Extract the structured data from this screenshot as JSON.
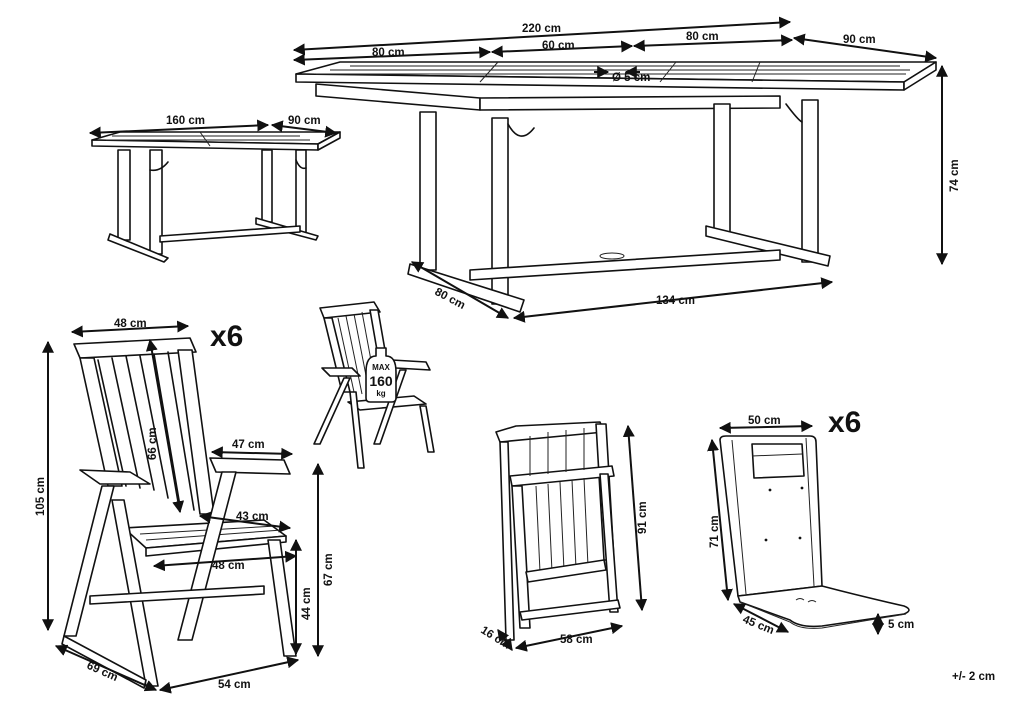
{
  "small_table": {
    "length": "160 cm",
    "depth": "90 cm"
  },
  "large_table": {
    "total_length": "220 cm",
    "leaf_left": "80 cm",
    "leaf_middle": "60 cm",
    "leaf_right": "80 cm",
    "depth": "90 cm",
    "umbrella_hole": "Ø 5 cm",
    "height": "74 cm",
    "leg_depth": "80 cm",
    "leg_length": "134 cm"
  },
  "chair": {
    "quantity": "x6",
    "width_top": "48 cm",
    "back_height": "66 cm",
    "total_height": "105 cm",
    "armrest_width": "47 cm",
    "seat_depth": "43 cm",
    "seat_width": "48 cm",
    "armrest_height": "67 cm",
    "seat_height": "44 cm",
    "base_depth": "69 cm",
    "base_width": "54 cm"
  },
  "max_load": {
    "line1": "MAX",
    "line2": "160",
    "line3": "kg"
  },
  "folded_chair": {
    "height": "91 cm",
    "width": "58 cm",
    "thickness": "16 cm"
  },
  "cushion": {
    "quantity": "x6",
    "width": "50 cm",
    "back_length": "71 cm",
    "seat_length": "45 cm",
    "thickness": "5 cm"
  },
  "tolerance": "+/- 2 cm"
}
